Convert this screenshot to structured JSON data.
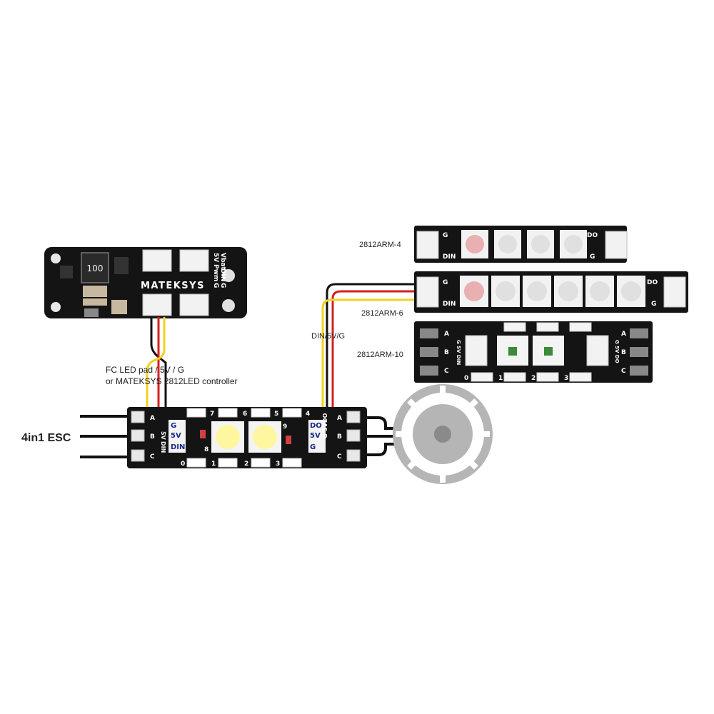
{
  "labels": {
    "esc": "4in1 ESC",
    "fc_line1": "FC LED pad / 5V / G",
    "fc_line2": "or MATEKSYS 2812LED controller",
    "din_5v_g": "DIN/5V/G",
    "arm4": "2812ARM-4",
    "arm6": "2812ARM-6",
    "arm10": "2812ARM-10"
  },
  "controller": {
    "brand": "MATEKSYS",
    "inductor": "100",
    "pins": [
      "5V",
      "Pwm",
      "Vbat",
      "DIN",
      "G",
      "G"
    ]
  },
  "strip": {
    "left_pads": [
      "G",
      "5V",
      "DIN"
    ],
    "right_pads": [
      "DO",
      "5V",
      "G"
    ],
    "left_silk": [
      "5V",
      "DIN"
    ],
    "right_silk": [
      "G",
      "5V",
      "DO"
    ],
    "phase": [
      "A",
      "B",
      "C"
    ],
    "top_numbers": [
      "7",
      "6",
      "5",
      "4"
    ],
    "bottom_numbers": [
      "0",
      "1",
      "2",
      "3"
    ],
    "mid_numbers": [
      "8",
      "9"
    ]
  },
  "arm4": {
    "left": [
      "G",
      "DIN"
    ],
    "right": [
      "DO",
      "G"
    ]
  },
  "arm6": {
    "left": [
      "G",
      "DIN"
    ],
    "right": [
      "DO",
      "G"
    ]
  },
  "arm10": {
    "left_silk": "G 5V DIN",
    "right_silk": "G 5V DO",
    "phase": [
      "A",
      "B",
      "C"
    ],
    "numbers": [
      "0",
      "1",
      "2",
      "3"
    ]
  },
  "colors": {
    "wire_black": "#111111",
    "wire_red": "#d42020",
    "wire_yellow": "#f2d21a",
    "board": "#141414",
    "motor": "#b5b5b5"
  }
}
